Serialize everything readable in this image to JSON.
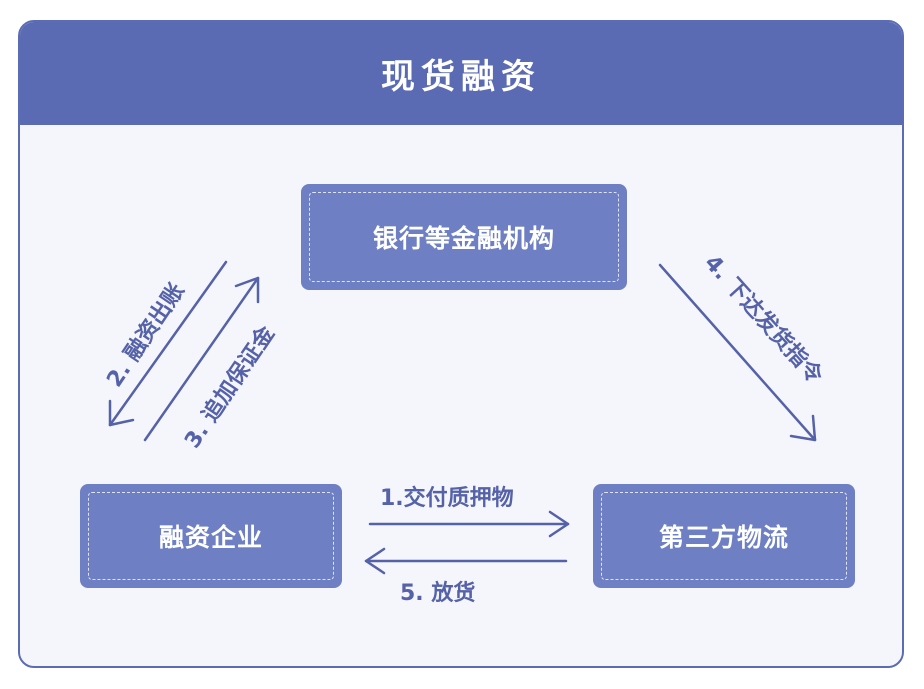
{
  "title": "现货融资",
  "nodes": {
    "bank": "银行等金融机构",
    "enterprise": "融资企业",
    "logistics": "第三方物流"
  },
  "edges": {
    "e1": "1.交付质押物",
    "e2": "2. 融资出账",
    "e3": "3. 追加保证金",
    "e4": "4. 下达发货指令",
    "e5": "5. 放货"
  },
  "colors": {
    "header": "#5a6ab3",
    "node": "#6e80c3",
    "arrow": "#5562a8",
    "background": "#f5f6fb"
  }
}
